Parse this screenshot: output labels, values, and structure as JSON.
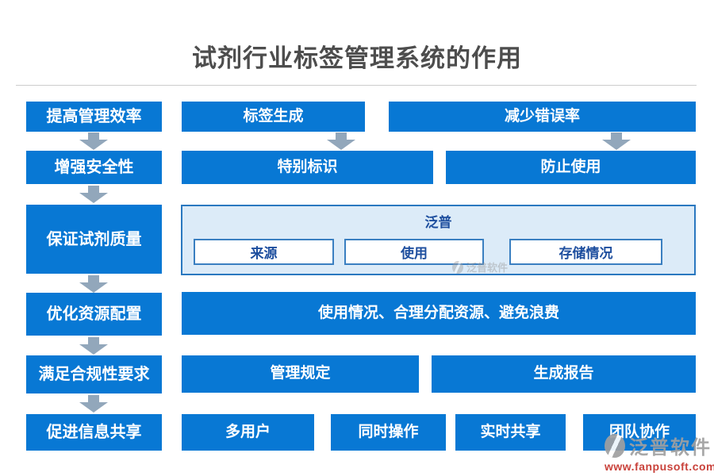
{
  "header": {
    "title": "试剂行业标签管理系统的作用"
  },
  "left_flow": {
    "steps": [
      "提高管理效率",
      "增强安全性",
      "保证试剂质量",
      "优化资源配置",
      "满足合规性要求",
      "促进信息共享"
    ]
  },
  "label_flow": {
    "top": "标签生成",
    "bottom": "特别标识"
  },
  "error_flow": {
    "top": "减少错误率",
    "bottom": "防止使用"
  },
  "tracking_panel": {
    "title": "泛普",
    "items": [
      "来源",
      "使用",
      "存储情况"
    ]
  },
  "resource_box": {
    "label": "使用情况、合理分配资源、避免浪费"
  },
  "compliance_row": {
    "items": [
      "管理规定",
      "生成报告"
    ]
  },
  "sharing_row": {
    "items": [
      "多用户",
      "同时操作",
      "实时共享",
      "团队协作"
    ]
  },
  "watermark": {
    "brand": "泛普软件",
    "url": "www.fanpusoft.com"
  },
  "inner_watermark": {
    "brand": "泛普软件"
  },
  "icons": {
    "arrow": "down-arrow-icon",
    "logo": "fanpu-logo-icon"
  },
  "colors": {
    "box_blue": "#0878d4",
    "arrow_gray": "#92a7bb",
    "panel_bg": "#dcebf8",
    "panel_border": "#2a78c0",
    "inner_border": "#3a7fc1",
    "panel_text": "#1d4e9e",
    "title_gray": "#4d4d4d",
    "rule_gray": "#cccccc",
    "wm_gray": "#a0a0a0",
    "wm_red": "#c5332b"
  }
}
